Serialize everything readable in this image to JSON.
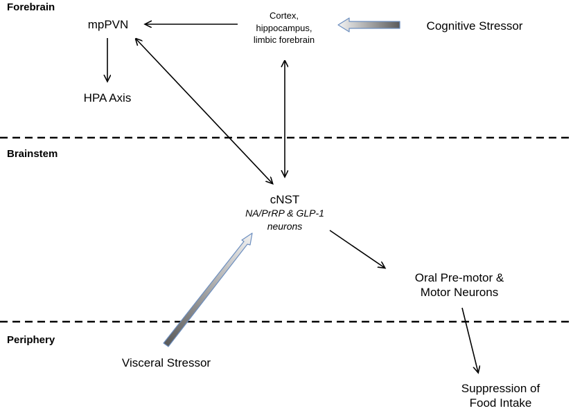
{
  "regions": {
    "forebrain": "Forebrain",
    "brainstem": "Brainstem",
    "periphery": "Periphery"
  },
  "nodes": {
    "mppvn": "mpPVN",
    "hpa_axis": "HPA Axis",
    "cortex": [
      "Cortex,",
      "hippocampus,",
      "limbic forebrain"
    ],
    "cognitive_stressor": "Cognitive Stressor",
    "cnst_title": "cNST",
    "cnst_sub": [
      "NA/PrRP & GLP-1",
      "neurons"
    ],
    "oral_motor": [
      "Oral Pre-motor &",
      "Motor Neurons"
    ],
    "visceral_stressor": "Visceral Stressor",
    "suppression": [
      "Suppression of",
      "Food Intake"
    ]
  },
  "colors": {
    "line": "#000000",
    "stressor_arrow_dark": "#5a5a5a",
    "stressor_arrow_light": "#f4f4f4",
    "stressor_arrow_outline": "#6c8ebf"
  }
}
